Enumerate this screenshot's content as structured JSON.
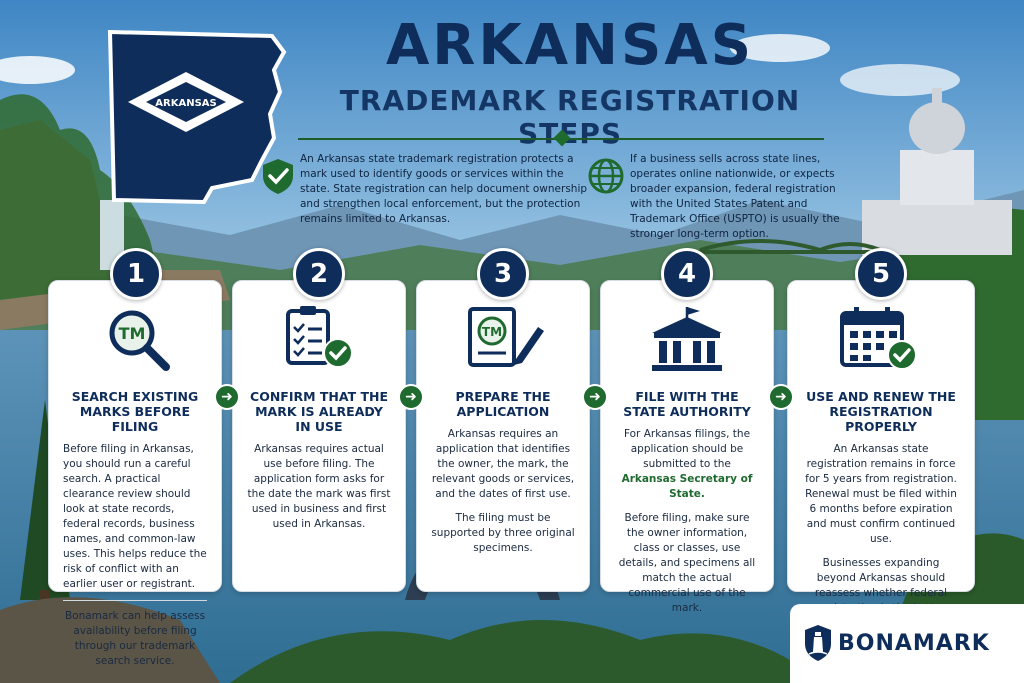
{
  "header": {
    "title": "ARKANSAS",
    "subtitle": "TRADEMARK REGISTRATION STEPS",
    "state_label": "ARKANSAS"
  },
  "intro": {
    "left": "An Arkansas state trademark registration protects a mark used to identify goods or services within the state. State registration can help document ownership and strengthen local enforcement, but the protection remains limited to Arkansas.",
    "right": "If a business sells across state lines, operates online nationwide, or expects broader expansion, federal registration with the United States Patent and Trademark Office (USPTO) is usually the stronger long-term option.",
    "left_icon": "shield-check-icon",
    "right_icon": "globe-icon"
  },
  "steps": [
    {
      "number": "1",
      "icon": "tm-magnifier-icon",
      "title": "SEARCH EXISTING MARKS BEFORE FILING",
      "body": "Before filing in Arkansas, you should run a careful search. A practical clearance review should look at state records, federal records, business names, and common-law uses. This helps reduce the risk of conflict with an earlier user or registrant.",
      "note": "Bonamark can help assess availability before filing through our trademark search service."
    },
    {
      "number": "2",
      "icon": "checklist-icon",
      "title": "CONFIRM THAT THE MARK IS ALREADY IN USE",
      "body": "Arkansas requires actual use before filing. The application form asks for the date the mark was first used in business and first used in Arkansas."
    },
    {
      "number": "3",
      "icon": "tm-document-icon",
      "title": "PREPARE THE APPLICATION",
      "body": "Arkansas requires an application that identifies the owner, the mark, the relevant goods or services, and the dates of first use.",
      "body2": "The filing must be supported by three original specimens."
    },
    {
      "number": "4",
      "icon": "courthouse-icon",
      "title": "FILE WITH THE STATE AUTHORITY",
      "body_pre": "For Arkansas filings, the application should be submitted to the",
      "highlight": "Arkansas Secretary of State.",
      "body2": "Before filing, make sure the owner information, class or classes, use details, and specimens all match the actual commercial use of the mark."
    },
    {
      "number": "5",
      "icon": "calendar-check-icon",
      "title": "USE AND RENEW THE REGISTRATION PROPERLY",
      "body": "An Arkansas state registration remains in force for 5 years from registration. Renewal must be filed within 6 months before expiration and must confirm continued use.",
      "body2": "Businesses expanding beyond Arkansas should reassess whether federal registration is the better long-term structure."
    }
  ],
  "brand": {
    "name": "BONAMARK",
    "icon": "lighthouse-logo-icon"
  },
  "colors": {
    "navy": "#0f2d5a",
    "green": "#1f6a2f",
    "card": "#ffffff"
  }
}
